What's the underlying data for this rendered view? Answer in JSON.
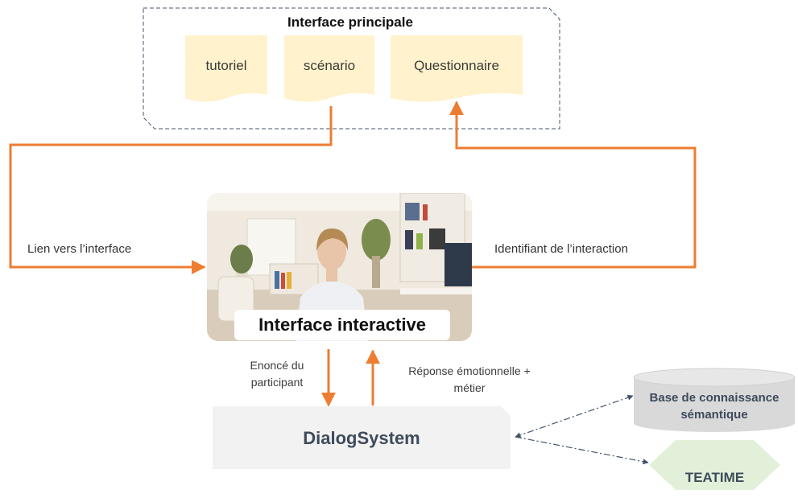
{
  "main_interface": {
    "title": "Interface principale",
    "documents": [
      "tutoriel",
      "scénario",
      "Questionnaire"
    ]
  },
  "interactive": {
    "label": "Interface interactive",
    "image": "virtual-agent-woman-in-office"
  },
  "edges": {
    "link_label": "Lien vers l’interface",
    "id_label": "Identifiant de l’interaction",
    "utterance_lines": [
      "Enoncé du",
      "participant"
    ],
    "response_lines": [
      "Réponse émotionnelle +",
      "métier"
    ]
  },
  "dialog_system": {
    "label": "DialogSystem"
  },
  "knowledge_base": {
    "lines": [
      "Base de connaissance",
      "sémantique"
    ]
  },
  "teatime": {
    "label": "TEATIME"
  },
  "colors": {
    "orange": "#ED7D31",
    "doc_fill": "#FFF2CC",
    "dialog_fill": "#F2F2F2",
    "kb_fill": "#D9D9D9",
    "teatime_fill": "#E2F0D9",
    "dashed_border": "#44546A",
    "dark_text": "#3E4B5B"
  }
}
